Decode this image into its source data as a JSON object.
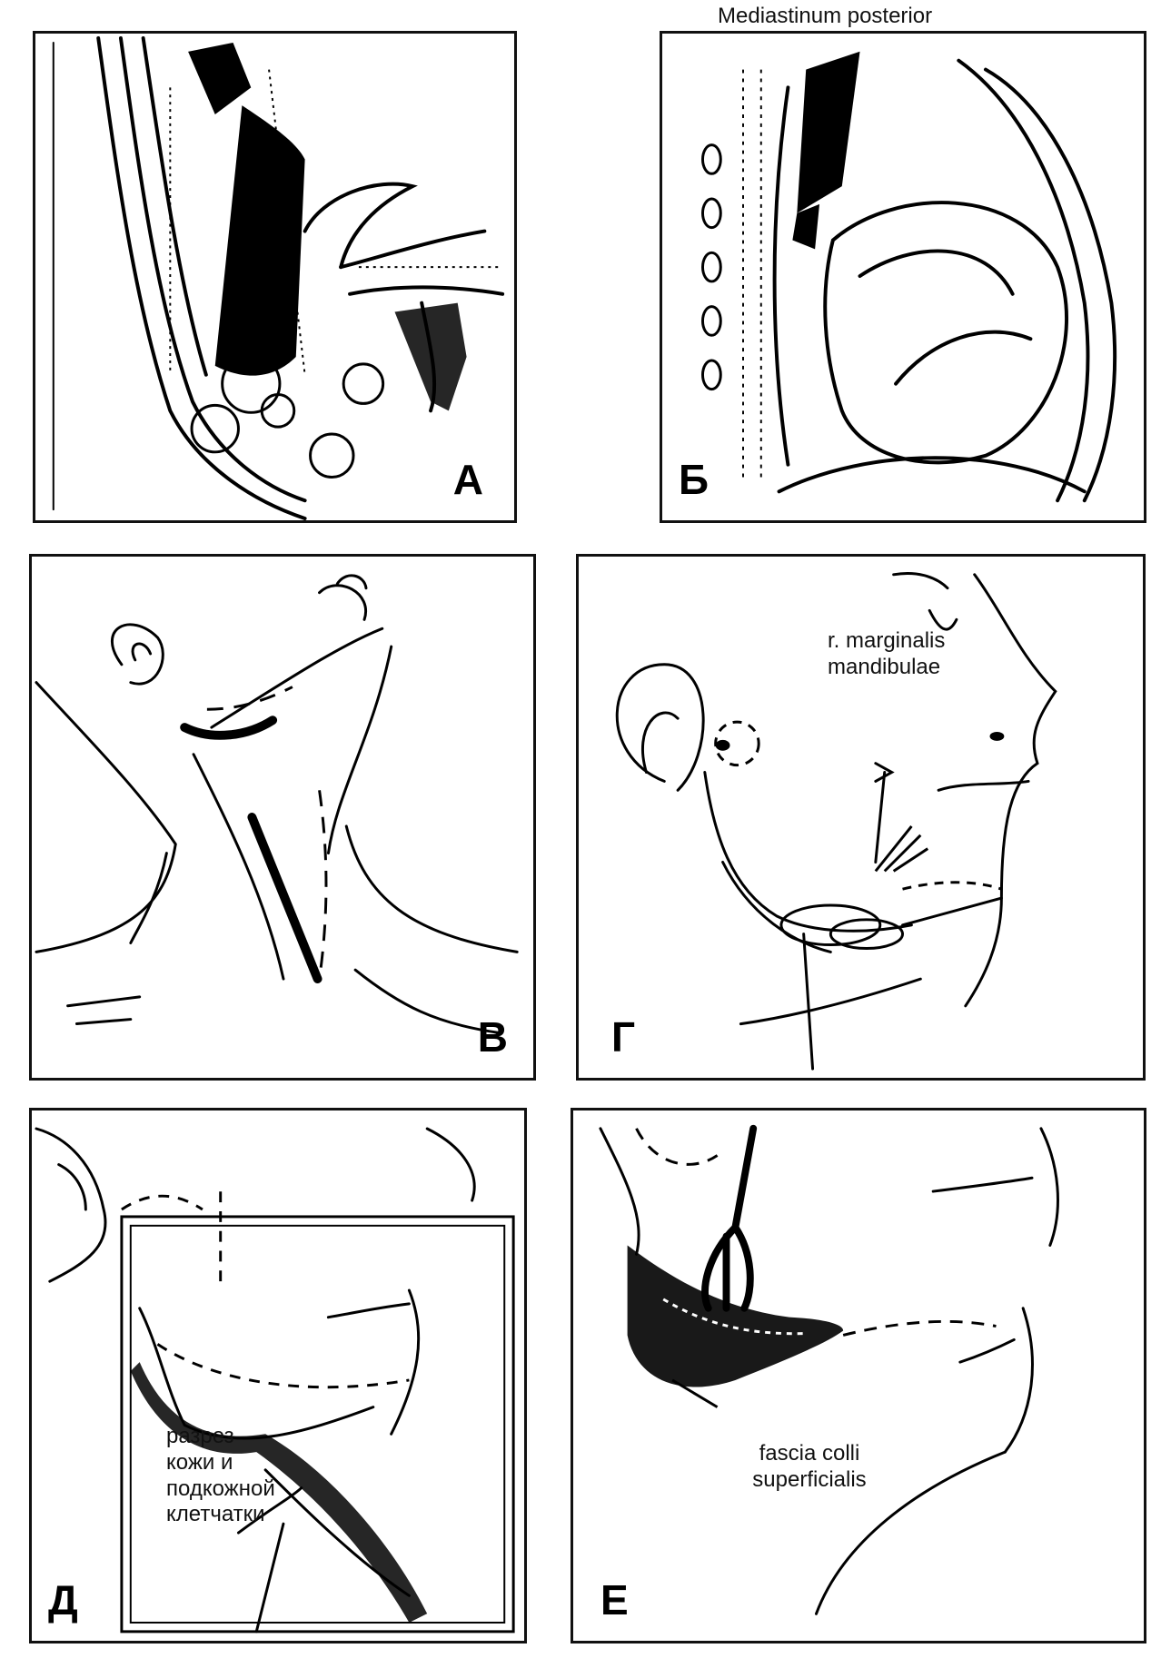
{
  "figure": {
    "top_title": "Mediastinum posterior",
    "panels": [
      {
        "id": "a",
        "letter": "А"
      },
      {
        "id": "b",
        "letter": "Б"
      },
      {
        "id": "v",
        "letter": "В"
      },
      {
        "id": "g",
        "letter": "Г",
        "label": "r. marginalis\nmandibulae"
      },
      {
        "id": "d",
        "letter": "Д",
        "label": "разрез\nкожи и\nподкожной\nклетчатки"
      },
      {
        "id": "e",
        "letter": "Е",
        "label": "fascia colli\nsuperficialis"
      }
    ]
  }
}
